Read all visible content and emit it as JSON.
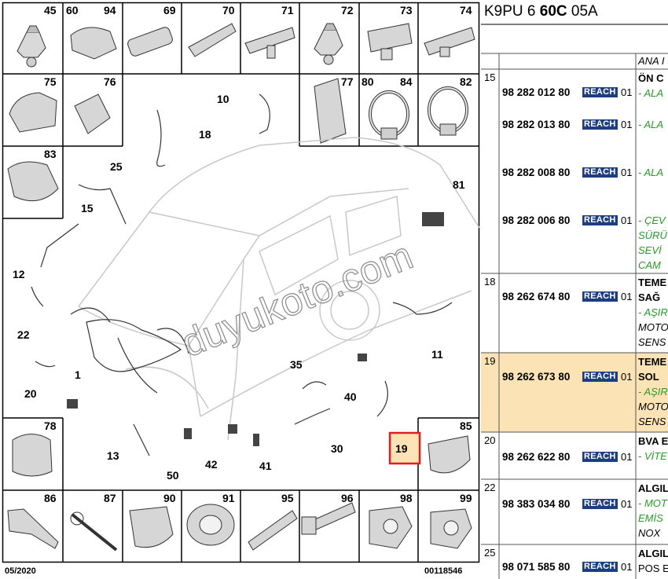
{
  "cells_top": [
    "45",
    "60",
    "94",
    "69",
    "70",
    "71",
    "72",
    "73",
    "74"
  ],
  "cells_left": [
    "75",
    "76",
    "77",
    "80",
    "84",
    "82",
    "83"
  ],
  "cells_right": [
    "85",
    "78"
  ],
  "cells_bottom": [
    "86",
    "87",
    "90",
    "91",
    "95",
    "96",
    "98",
    "99"
  ],
  "callouts": [
    "10",
    "18",
    "25",
    "15",
    "12",
    "22",
    "1",
    "20",
    "81",
    "11",
    "40",
    "35",
    "30",
    "19",
    "13",
    "50",
    "42",
    "41"
  ],
  "footer": {
    "date": "05/2020",
    "ref": "00118546"
  },
  "watermark": "duyukoto.com",
  "panel": {
    "title_pre": "K9PU 6 ",
    "title_bold": "60C",
    "title_post": " 05A",
    "header_col": "ANA I",
    "reach_label": "REACH",
    "rows": [
      {
        "ref": "15",
        "parts": [
          {
            "no": "98 282 012 80",
            "q": "01",
            "lines": [
              "ÖN C",
              "- ALA"
            ]
          },
          {
            "no": "98 282 013 80",
            "q": "01",
            "lines": [
              "- ALA"
            ]
          },
          {
            "no": "98 282 008 80",
            "q": "01",
            "lines": [
              "- ALA"
            ]
          },
          {
            "no": "98 282 006 80",
            "q": "01",
            "lines": [
              "- ÇEV",
              "SÜRÜ",
              "SEVİ",
              "CAM"
            ]
          }
        ]
      },
      {
        "ref": "18",
        "parts": [
          {
            "no": "98 262 674 80",
            "q": "01",
            "lines": [
              "TEME",
              "SAĞ",
              "- AŞIR",
              "MOTO",
              "SENS"
            ]
          }
        ]
      },
      {
        "ref": "19",
        "parts": [
          {
            "no": "98 262 673 80",
            "q": "01",
            "lines": [
              "TEME",
              "SOL",
              "- AŞIR",
              "MOTO",
              "SENS"
            ]
          }
        ]
      },
      {
        "ref": "20",
        "parts": [
          {
            "no": "98 262 622 80",
            "q": "01",
            "lines": [
              "BVA E",
              "- VİTE"
            ]
          }
        ]
      },
      {
        "ref": "22",
        "parts": [
          {
            "no": "98 383 034 80",
            "q": "01",
            "lines": [
              "ALGIL",
              "- MOT",
              "EMİS",
              "NOX"
            ]
          }
        ]
      },
      {
        "ref": "25",
        "parts": [
          {
            "no": "98 071 585 80",
            "q": "01",
            "lines": [
              "ALGIL",
              "POS E"
            ]
          }
        ]
      }
    ]
  },
  "colors": {
    "highlight_row": "#fbe3b6",
    "callout_box": "#e02020",
    "reach_bg": "#1d3f82",
    "green_text": "#2a9a2a"
  }
}
